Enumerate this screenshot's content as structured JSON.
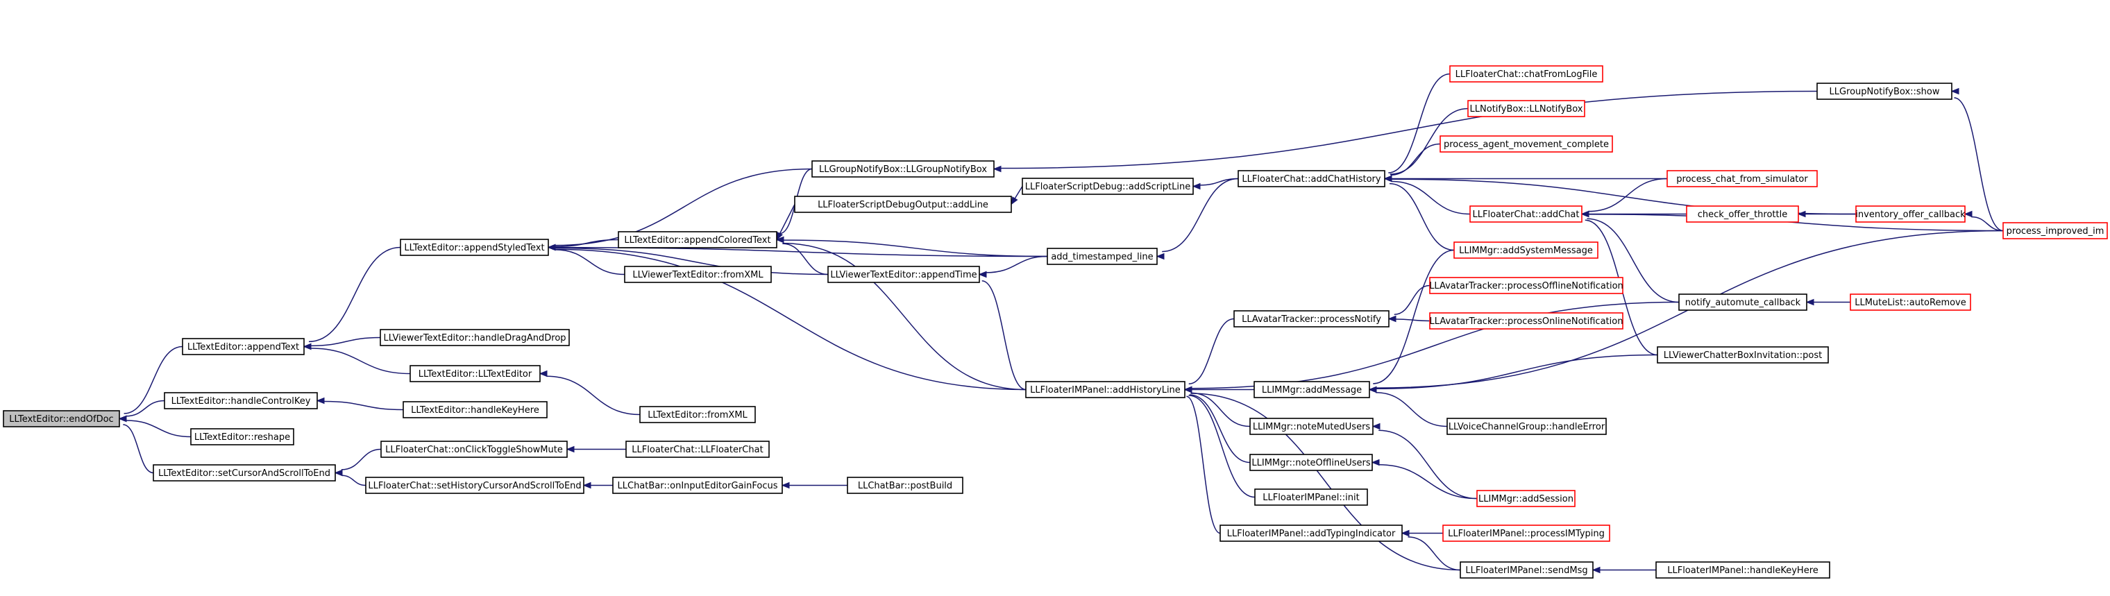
{
  "graph": {
    "title": "",
    "direction": "right-to-left call graph",
    "colors": {
      "edge": "#191970",
      "node_border": "#000000",
      "truncated_border": "#ff0000",
      "root_fill": "#bfbfbf",
      "node_fill": "#ffffff"
    },
    "nodes": [
      {
        "id": "n0",
        "label": "LLTextEditor::endOfDoc",
        "kind": "root"
      },
      {
        "id": "n1",
        "label": "LLTextEditor::appendText",
        "kind": "normal"
      },
      {
        "id": "n2",
        "label": "LLTextEditor::handleControlKey",
        "kind": "normal"
      },
      {
        "id": "n3",
        "label": "LLTextEditor::reshape",
        "kind": "normal"
      },
      {
        "id": "n4",
        "label": "LLTextEditor::setCursorAndScrollToEnd",
        "kind": "normal"
      },
      {
        "id": "n5",
        "label": "LLTextEditor::appendStyledText",
        "kind": "normal"
      },
      {
        "id": "n6",
        "label": "LLViewerTextEditor::handleDragAndDrop",
        "kind": "normal"
      },
      {
        "id": "n7",
        "label": "LLTextEditor::LLTextEditor",
        "kind": "normal"
      },
      {
        "id": "n8",
        "label": "LLTextEditor::handleKeyHere",
        "kind": "normal"
      },
      {
        "id": "n9",
        "label": "LLFloaterChat::onClickToggleShowMute",
        "kind": "normal"
      },
      {
        "id": "n10",
        "label": "LLFloaterChat::setHistoryCursorAndScrollToEnd",
        "kind": "normal"
      },
      {
        "id": "n11",
        "label": "LLTextEditor::fromXML",
        "kind": "normal"
      },
      {
        "id": "n12",
        "label": "LLFloaterChat::LLFloaterChat",
        "kind": "normal"
      },
      {
        "id": "n13",
        "label": "LLChatBar::onInputEditorGainFocus",
        "kind": "normal"
      },
      {
        "id": "n14",
        "label": "LLChatBar::postBuild",
        "kind": "normal"
      },
      {
        "id": "n15",
        "label": "LLGroupNotifyBox::LLGroupNotifyBox",
        "kind": "normal"
      },
      {
        "id": "n16",
        "label": "LLFloaterScriptDebugOutput::addLine",
        "kind": "normal"
      },
      {
        "id": "n17",
        "label": "LLTextEditor::appendColoredText",
        "kind": "normal"
      },
      {
        "id": "n18",
        "label": "LLViewerTextEditor::fromXML",
        "kind": "normal"
      },
      {
        "id": "n19",
        "label": "LLViewerTextEditor::appendTime",
        "kind": "normal"
      },
      {
        "id": "n20",
        "label": "LLFloaterIMPanel::addHistoryLine",
        "kind": "normal"
      },
      {
        "id": "n21",
        "label": "LLFloaterScriptDebug::addScriptLine",
        "kind": "normal"
      },
      {
        "id": "n22",
        "label": "add_timestamped_line",
        "kind": "normal"
      },
      {
        "id": "n23",
        "label": "LLFloaterChat::addChatHistory",
        "kind": "normal"
      },
      {
        "id": "n24",
        "label": "LLAvatarTracker::processNotify",
        "kind": "normal"
      },
      {
        "id": "n25",
        "label": "LLIMMgr::addMessage",
        "kind": "normal"
      },
      {
        "id": "n26",
        "label": "LLIMMgr::noteMutedUsers",
        "kind": "normal"
      },
      {
        "id": "n27",
        "label": "LLIMMgr::noteOfflineUsers",
        "kind": "normal"
      },
      {
        "id": "n28",
        "label": "LLFloaterIMPanel::init",
        "kind": "normal"
      },
      {
        "id": "n29",
        "label": "LLFloaterIMPanel::addTypingIndicator",
        "kind": "normal"
      },
      {
        "id": "n30",
        "label": "LLFloaterChat::chatFromLogFile",
        "kind": "truncated"
      },
      {
        "id": "n31",
        "label": "LLNotifyBox::LLNotifyBox",
        "kind": "truncated"
      },
      {
        "id": "n32",
        "label": "process_agent_movement_complete",
        "kind": "truncated"
      },
      {
        "id": "n33",
        "label": "LLFloaterChat::addChat",
        "kind": "truncated"
      },
      {
        "id": "n34",
        "label": "LLIMMgr::addSystemMessage",
        "kind": "truncated"
      },
      {
        "id": "n35",
        "label": "LLAvatarTracker::processOfflineNotification",
        "kind": "truncated"
      },
      {
        "id": "n36",
        "label": "LLAvatarTracker::processOnlineNotification",
        "kind": "truncated"
      },
      {
        "id": "n37",
        "label": "LLVoiceChannelGroup::handleError",
        "kind": "normal"
      },
      {
        "id": "n38",
        "label": "LLIMMgr::addSession",
        "kind": "truncated"
      },
      {
        "id": "n39",
        "label": "LLFloaterIMPanel::processIMTyping",
        "kind": "truncated"
      },
      {
        "id": "n40",
        "label": "LLFloaterIMPanel::sendMsg",
        "kind": "normal"
      },
      {
        "id": "n41",
        "label": "LLGroupNotifyBox::show",
        "kind": "normal"
      },
      {
        "id": "n42",
        "label": "process_chat_from_simulator",
        "kind": "truncated"
      },
      {
        "id": "n43",
        "label": "check_offer_throttle",
        "kind": "truncated"
      },
      {
        "id": "n44",
        "label": "notify_automute_callback",
        "kind": "normal"
      },
      {
        "id": "n45",
        "label": "LLViewerChatterBoxInvitation::post",
        "kind": "normal"
      },
      {
        "id": "n46",
        "label": "LLFloaterIMPanel::handleKeyHere",
        "kind": "normal"
      },
      {
        "id": "n47",
        "label": "inventory_offer_callback",
        "kind": "truncated"
      },
      {
        "id": "n48",
        "label": "LLMuteList::autoRemove",
        "kind": "truncated"
      },
      {
        "id": "n49",
        "label": "process_improved_im",
        "kind": "truncated"
      }
    ],
    "edges": [
      [
        "n0",
        "n1"
      ],
      [
        "n0",
        "n2"
      ],
      [
        "n0",
        "n3"
      ],
      [
        "n0",
        "n4"
      ],
      [
        "n1",
        "n5"
      ],
      [
        "n1",
        "n6"
      ],
      [
        "n1",
        "n7"
      ],
      [
        "n2",
        "n8"
      ],
      [
        "n4",
        "n9"
      ],
      [
        "n4",
        "n10"
      ],
      [
        "n5",
        "n15"
      ],
      [
        "n5",
        "n17"
      ],
      [
        "n5",
        "n18"
      ],
      [
        "n5",
        "n19"
      ],
      [
        "n5",
        "n20"
      ],
      [
        "n5",
        "n22"
      ],
      [
        "n7",
        "n11"
      ],
      [
        "n9",
        "n12"
      ],
      [
        "n10",
        "n13"
      ],
      [
        "n13",
        "n14"
      ],
      [
        "n15",
        "n41"
      ],
      [
        "n16",
        "n21"
      ],
      [
        "n17",
        "n15"
      ],
      [
        "n17",
        "n16"
      ],
      [
        "n17",
        "n19"
      ],
      [
        "n17",
        "n20"
      ],
      [
        "n17",
        "n22"
      ],
      [
        "n19",
        "n20"
      ],
      [
        "n19",
        "n22"
      ],
      [
        "n20",
        "n24"
      ],
      [
        "n20",
        "n25"
      ],
      [
        "n20",
        "n26"
      ],
      [
        "n20",
        "n27"
      ],
      [
        "n20",
        "n28"
      ],
      [
        "n20",
        "n29"
      ],
      [
        "n20",
        "n40"
      ],
      [
        "n20",
        "n44"
      ],
      [
        "n21",
        "n23"
      ],
      [
        "n22",
        "n23"
      ],
      [
        "n23",
        "n30"
      ],
      [
        "n23",
        "n31"
      ],
      [
        "n23",
        "n32"
      ],
      [
        "n23",
        "n33"
      ],
      [
        "n23",
        "n34"
      ],
      [
        "n23",
        "n42"
      ],
      [
        "n23",
        "n47"
      ],
      [
        "n24",
        "n35"
      ],
      [
        "n24",
        "n36"
      ],
      [
        "n25",
        "n34"
      ],
      [
        "n25",
        "n37"
      ],
      [
        "n25",
        "n45"
      ],
      [
        "n25",
        "n49"
      ],
      [
        "n26",
        "n38"
      ],
      [
        "n27",
        "n38"
      ],
      [
        "n29",
        "n39"
      ],
      [
        "n29",
        "n40"
      ],
      [
        "n33",
        "n42"
      ],
      [
        "n33",
        "n43"
      ],
      [
        "n33",
        "n44"
      ],
      [
        "n33",
        "n45"
      ],
      [
        "n33",
        "n49"
      ],
      [
        "n40",
        "n46"
      ],
      [
        "n41",
        "n49"
      ],
      [
        "n43",
        "n47"
      ],
      [
        "n44",
        "n48"
      ],
      [
        "n47",
        "n49"
      ]
    ]
  }
}
